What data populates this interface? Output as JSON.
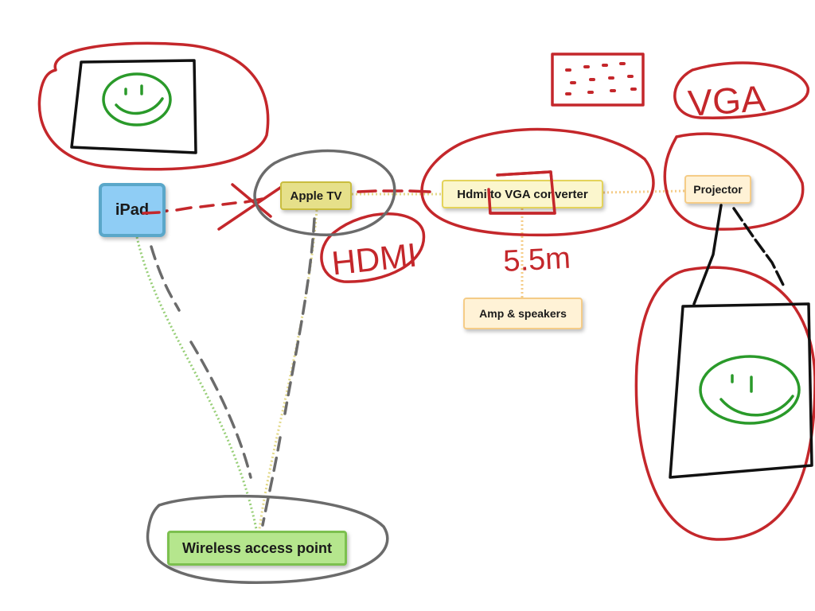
{
  "nodes": {
    "ipad": "iPad",
    "apple_tv": "Apple TV",
    "converter": "Hdmi to VGA converter",
    "projector": "Projector",
    "amp": "Amp & speakers",
    "wap": "Wireless access point"
  },
  "annotations": {
    "hdmi": "HDMI",
    "vga": "VGA",
    "distance": "5.5m"
  },
  "colors": {
    "ink_red": "#c4272b",
    "ink_green": "#2a9a2a",
    "ink_black": "#111111",
    "ink_gray": "#6b6b6b",
    "connector_green": "#98cf78",
    "connector_yellow": "#e3d98a",
    "connector_orange": "#f5cc87"
  }
}
